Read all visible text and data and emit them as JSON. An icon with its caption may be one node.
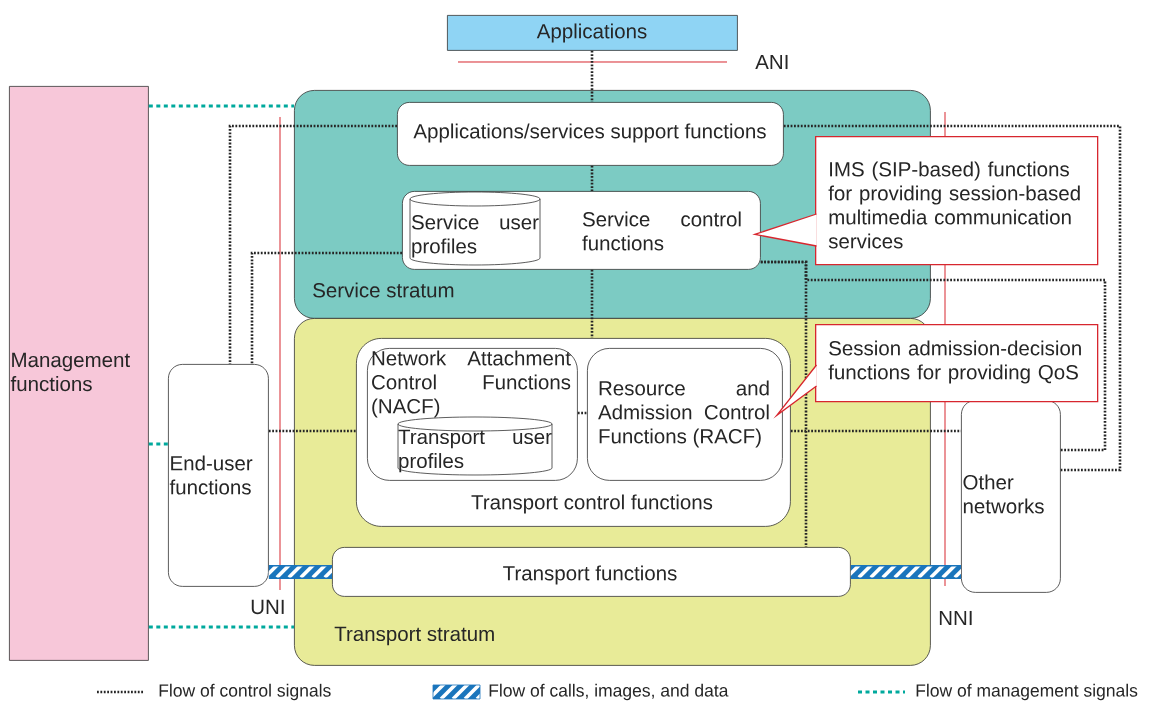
{
  "diagram": {
    "nodes": [
      {
        "text": [
          "Applications"
        ]
      },
      {
        "text": [
          "Management functions"
        ]
      },
      {
        "text": [
          "Service stratum"
        ]
      },
      {
        "text": [
          "Applications/services support functions"
        ],
        "in": 2
      },
      {
        "text": [
          "Service control functions"
        ],
        "in": 2
      },
      {
        "text": [
          "Service user profiles"
        ],
        "in": 4
      },
      {
        "text": [
          "IMS (SIP-based) functions for providing session-based multimedia communication services"
        ]
      },
      {
        "text": [
          "Transport stratum"
        ]
      },
      {
        "text": [
          "Transport control functions"
        ],
        "in": 7
      },
      {
        "text": [
          "Network Attachment Control Functions (NACF)"
        ],
        "in": 8
      },
      {
        "text": [
          "Transport user profiles"
        ],
        "in": 9
      },
      {
        "text": [
          "Resource and Admission Control Functions (RACF)"
        ],
        "in": 8
      },
      {
        "text": [
          "Transport functions"
        ],
        "in": 7
      },
      {
        "text": [
          "Session admission-decision functions for providing QoS"
        ]
      },
      {
        "text": [
          "End-user functions"
        ]
      },
      {
        "text": [
          "Other networks"
        ]
      }
    ],
    "edges": [
      {
        "from": 0,
        "to": 3,
        "arrow": "none",
        "style": "dashed"
      },
      {
        "from": 3,
        "to": 4,
        "arrow": "none",
        "style": "dashed"
      },
      {
        "from": 4,
        "to": 8,
        "arrow": "none",
        "style": "dashed"
      },
      {
        "from": 3,
        "to": 14,
        "arrow": "none",
        "style": "dashed"
      },
      {
        "from": 4,
        "to": 14,
        "arrow": "none",
        "style": "dashed"
      },
      {
        "from": 3,
        "to": 15,
        "arrow": "none",
        "style": "dashed"
      },
      {
        "from": 4,
        "to": 15,
        "arrow": "none",
        "style": "dashed"
      },
      {
        "from": 4,
        "to": 12,
        "arrow": "none",
        "style": "dashed"
      },
      {
        "from": 9,
        "to": 11,
        "arrow": "none",
        "style": "dashed"
      },
      {
        "from": 14,
        "to": 8,
        "arrow": "none",
        "style": "dashed"
      },
      {
        "from": 8,
        "to": 15,
        "arrow": "none",
        "style": "dashed"
      },
      {
        "from": 14,
        "to": 12,
        "arrow": "none",
        "style": "thick",
        "color": "#1a75bc"
      },
      {
        "from": 12,
        "to": 15,
        "arrow": "none",
        "style": "thick",
        "color": "#1a75bc"
      },
      {
        "from": 1,
        "to": 2,
        "arrow": "none",
        "style": "dashed",
        "color": "#00a99d"
      },
      {
        "from": 1,
        "to": 14,
        "arrow": "none",
        "style": "dashed",
        "color": "#00a99d"
      },
      {
        "from": 1,
        "to": 7,
        "arrow": "none",
        "style": "dashed",
        "color": "#00a99d"
      },
      {
        "from": 6,
        "to": 4,
        "arrow": "none",
        "color": "#d7262e"
      },
      {
        "from": 13,
        "to": 11,
        "arrow": "none",
        "color": "#d7262e"
      }
    ],
    "labels": [
      "ANI",
      "UNI",
      "NNI"
    ],
    "legend": [
      {
        "text": "Flow of control signals"
      },
      {
        "text": "Flow of calls, images, and data"
      },
      {
        "text": "Flow of management signals"
      }
    ]
  }
}
